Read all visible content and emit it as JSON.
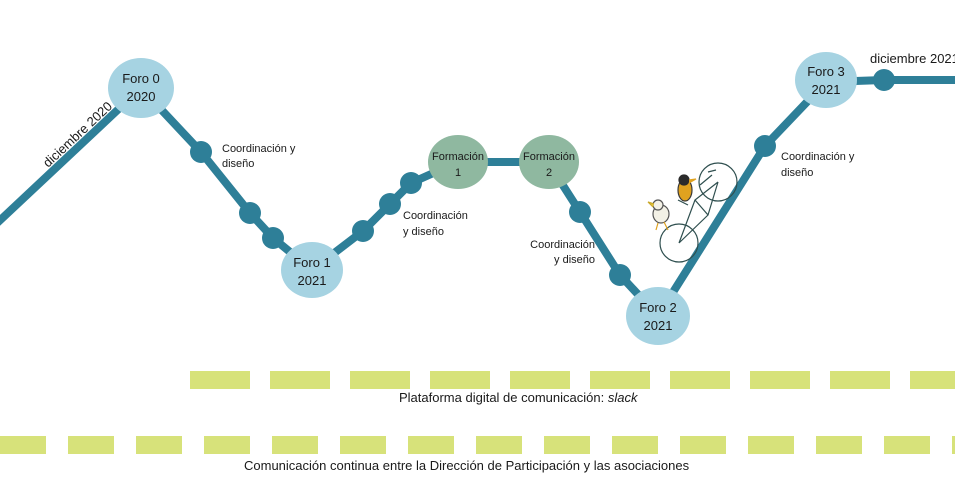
{
  "timeline": {
    "start_label": "diciembre 2020",
    "end_label": "diciembre 2021",
    "nodes": {
      "foro0": {
        "line1": "Foro 0",
        "line2": "2020"
      },
      "foro1": {
        "line1": "Foro 1",
        "line2": "2021"
      },
      "formacion1": {
        "line1": "Formación",
        "line2": "1"
      },
      "formacion2": {
        "line1": "Formación",
        "line2": "2"
      },
      "foro2": {
        "line1": "Foro 2",
        "line2": "2021"
      },
      "foro3": {
        "line1": "Foro 3",
        "line2": "2021"
      }
    },
    "coordination_labels": {
      "c1": {
        "line1": "Coordinación y",
        "line2": "diseño"
      },
      "c2": {
        "line1": "Coordinación",
        "line2": "y diseño"
      },
      "c3": {
        "line1": "Coordinación",
        "line2": "y diseño"
      },
      "c4": {
        "line1": "Coordinación y",
        "line2": "diseño"
      }
    }
  },
  "bands": {
    "slack": {
      "text": "Plataforma digital de comunicación: ",
      "italic": "slack"
    },
    "continua": {
      "text": "Comunicación continua entre la Dirección de Participación y las asociaciones"
    }
  },
  "colors": {
    "line": "#2e7f98",
    "node_blue": "#a6d3e2",
    "node_green": "#8fb8a0",
    "dot": "#2e7f98",
    "dash": "#d7e27a"
  },
  "icons": {
    "bicycle": "tandem-bicycle-birds-icon"
  }
}
